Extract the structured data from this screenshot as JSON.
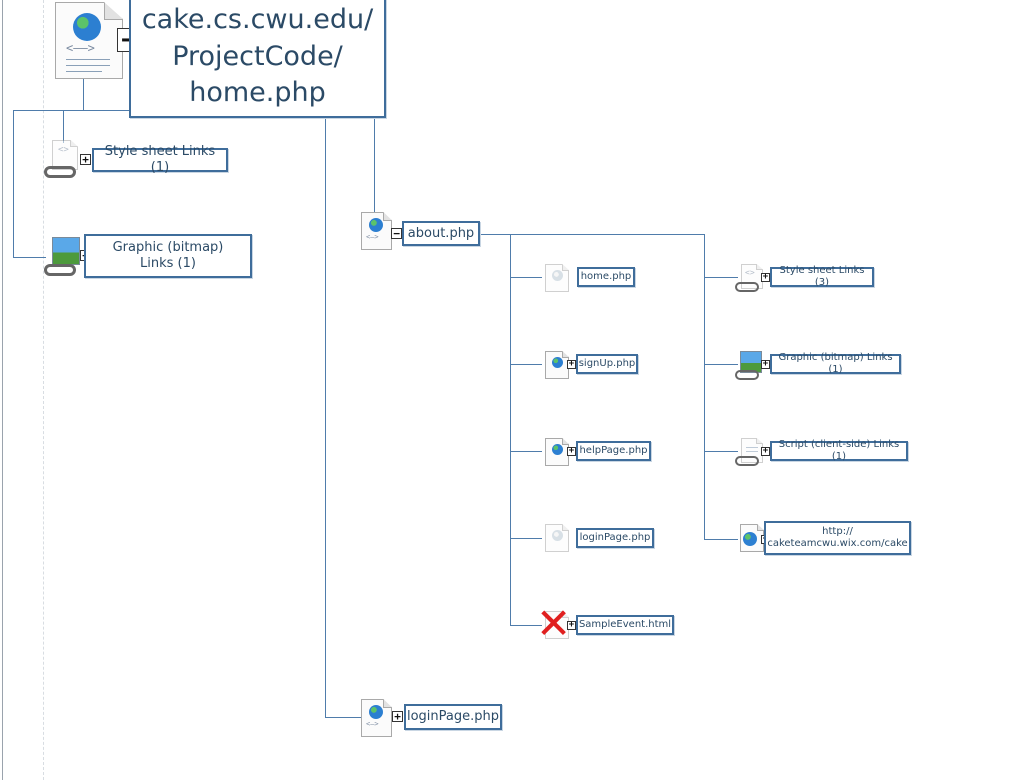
{
  "root": {
    "label_lines": [
      "cake.cs.cwu.edu/",
      "ProjectCode/",
      "home.php"
    ]
  },
  "root_children": {
    "stylesheet": {
      "label": "Style sheet Links (1)"
    },
    "graphic": {
      "label": "Graphic (bitmap) Links (1)"
    },
    "about": {
      "label": "about.php"
    },
    "login_bottom": {
      "label": "loginPage.php"
    }
  },
  "about_children": {
    "home": {
      "label": "home.php"
    },
    "signup": {
      "label": "signUp.php"
    },
    "help": {
      "label": "helpPage.php"
    },
    "login": {
      "label": "loginPage.php"
    },
    "sample": {
      "label": "SampleEvent.html"
    },
    "stylesheet": {
      "label": "Style sheet Links (3)"
    },
    "graphic": {
      "label": "Graphic (bitmap) Links (1)"
    },
    "script": {
      "label": "Script (client-side) Links (1)"
    },
    "external": {
      "label_lines": [
        "http://",
        "caketeamcwu.wix.com/cake"
      ]
    }
  },
  "toggles": {
    "expanded": "−",
    "collapsed": "+"
  },
  "icons": {
    "page": "web-page-icon",
    "page_missing": "web-page-missing-icon",
    "stylesheet": "stylesheet-link-icon",
    "graphic": "bitmap-link-icon",
    "script": "script-link-icon",
    "external": "external-globe-icon",
    "broken": "broken-link-x-icon"
  },
  "colors": {
    "node_border": "#3f6d9b",
    "edge": "#4f7cab",
    "text": "#2b4a66",
    "broken": "#e02020"
  }
}
